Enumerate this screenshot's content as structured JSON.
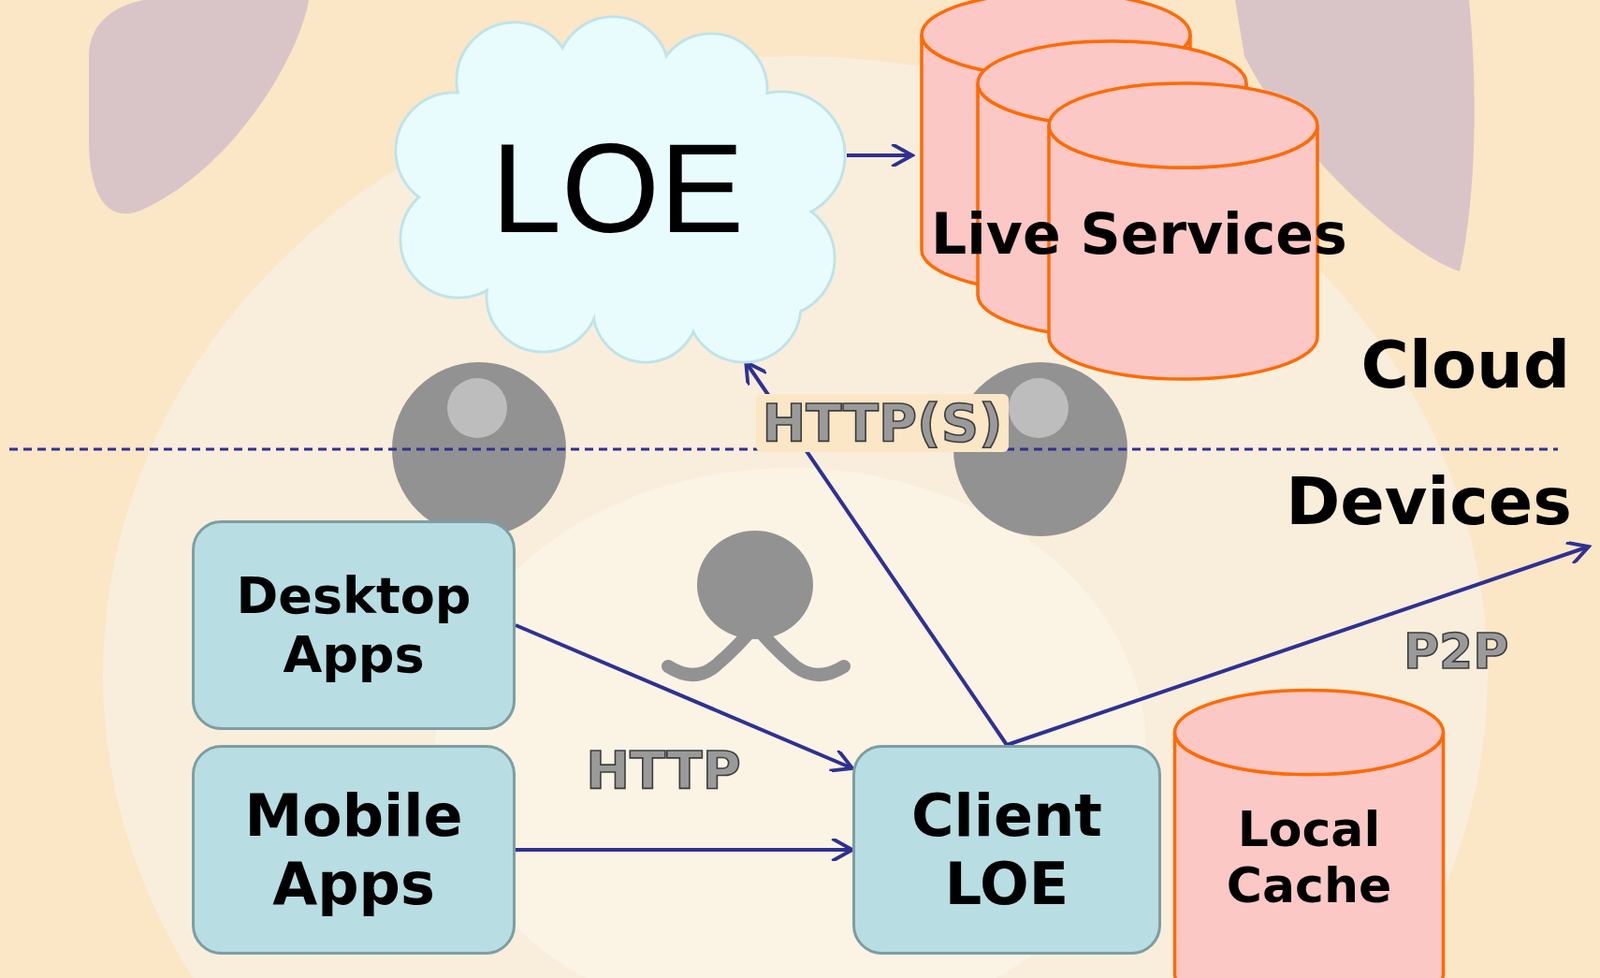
{
  "diagram": {
    "nodes": [
      {
        "text": [
          "LOE"
        ]
      },
      {
        "text": [
          "Live Services"
        ]
      },
      {
        "text": [
          "Desktop Apps"
        ]
      },
      {
        "text": [
          "Mobile Apps"
        ]
      },
      {
        "text": [
          "Client LOE"
        ]
      },
      {
        "text": [
          "Local Cache"
        ]
      }
    ],
    "edges": [
      {
        "from": 2,
        "to": 4,
        "arrow": "to",
        "label": "HTTP"
      },
      {
        "from": 3,
        "to": 4,
        "arrow": "to"
      },
      {
        "from": 4,
        "to": 0,
        "arrow": "to",
        "label": "HTTP(S)"
      },
      {
        "from": 0,
        "to": 1,
        "arrow": "to"
      }
    ],
    "labels": [
      "Cloud",
      "Devices",
      "P2P"
    ]
  }
}
